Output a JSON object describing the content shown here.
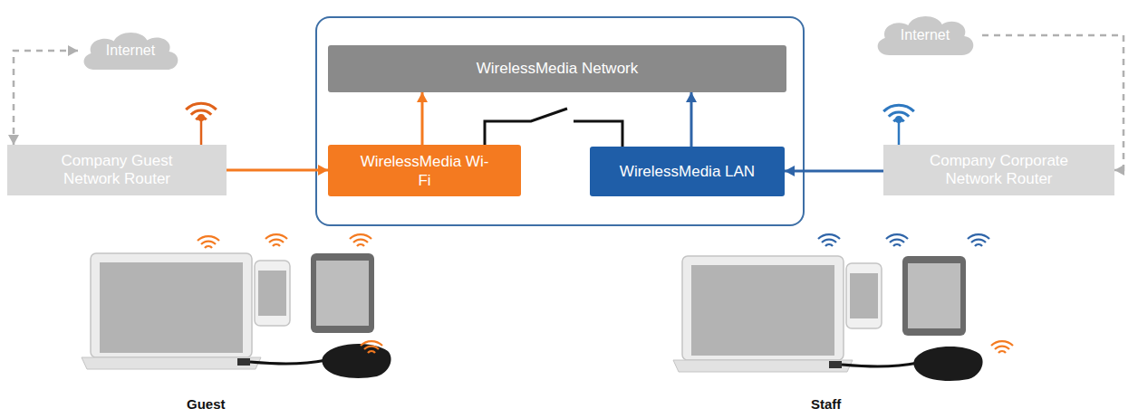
{
  "diagram": {
    "nodes": [
      {
        "text": [
          "Internet"
        ]
      },
      {
        "text": [
          "Company Guest Network Router"
        ]
      },
      {
        "text": []
      },
      {
        "text": [
          "WirelessMedia Network"
        ],
        "in": 2
      },
      {
        "text": [
          "WirelessMedia Wi-Fi"
        ],
        "in": 2
      },
      {
        "text": [
          "WirelessMedia LAN"
        ],
        "in": 2
      },
      {
        "text": [
          "Internet"
        ]
      },
      {
        "text": [
          "Company Corporate Network Router"
        ]
      }
    ],
    "edges": [
      {
        "from": 0,
        "to": 1,
        "arrow": "both"
      },
      {
        "from": 1,
        "to": 4,
        "arrow": "to"
      },
      {
        "from": 4,
        "to": 3,
        "arrow": "to"
      },
      {
        "from": 4,
        "to": 5,
        "arrow": "none"
      },
      {
        "from": 5,
        "to": 3,
        "arrow": "to"
      },
      {
        "from": 7,
        "to": 5,
        "arrow": "to"
      },
      {
        "from": 6,
        "to": 7,
        "arrow": "to"
      }
    ],
    "labels": [
      "Guest",
      "Staff"
    ]
  }
}
